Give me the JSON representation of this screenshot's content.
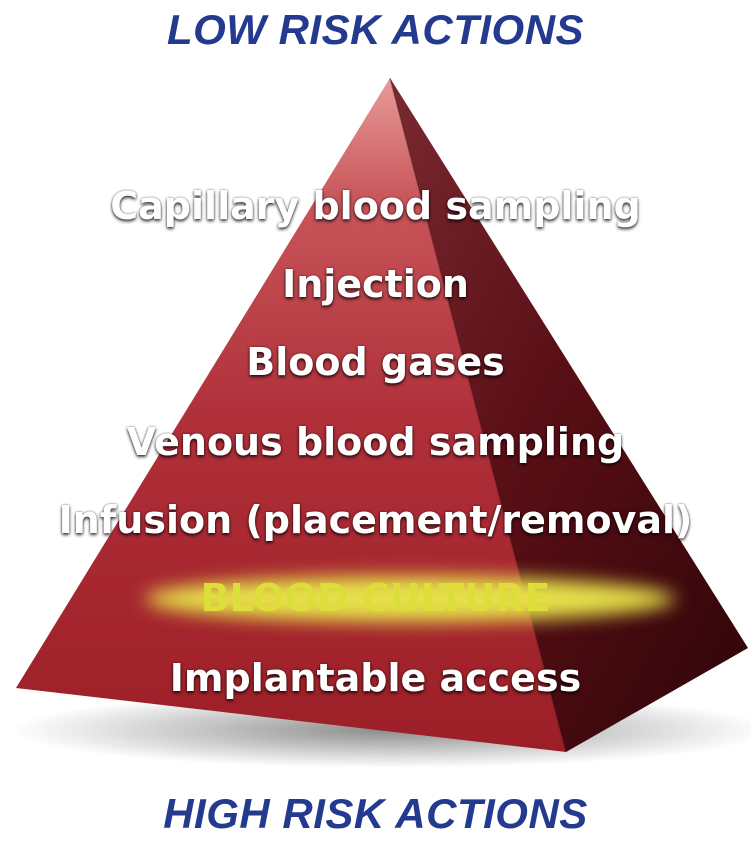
{
  "top_caption": "LOW RISK ACTIONS",
  "bottom_caption": "HIGH RISK ACTIONS",
  "levels": [
    "Capillary blood sampling",
    "Injection",
    "Blood gases",
    "Venous blood sampling",
    "Infusion (placement/removal)",
    "BLOOD CULTURE",
    "Implantable access"
  ],
  "highlighted_level_index": 5,
  "colors": {
    "caption": "#233a8e",
    "level_text": "#ffffff",
    "highlight_text": "#dede3a",
    "highlight_glow": "#e6e04a",
    "pyramid_left_face": "#a8242a",
    "pyramid_right_face": "#4a0a0e"
  }
}
